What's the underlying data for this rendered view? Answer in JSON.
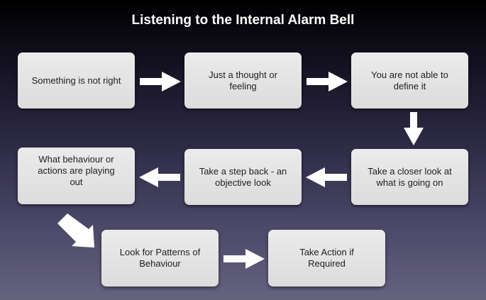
{
  "title": "Listening to the Internal Alarm Bell",
  "colors": {
    "box_fill": "#e4e4e4",
    "arrow": "#ffffff",
    "title_text": "#ffffff",
    "background_top": "#000000",
    "background_bottom": "#66637f"
  },
  "steps": [
    {
      "label": "Something is not right"
    },
    {
      "label": "Just a thought or feeling"
    },
    {
      "label": "You are not able to define it"
    },
    {
      "label": "Take a closer look at what is going on"
    },
    {
      "label": "Take a step back - an objective look"
    },
    {
      "label": "What behaviour or actions are playing out"
    },
    {
      "label": "Look for Patterns of Behaviour"
    },
    {
      "label": "Take Action if Required"
    }
  ]
}
